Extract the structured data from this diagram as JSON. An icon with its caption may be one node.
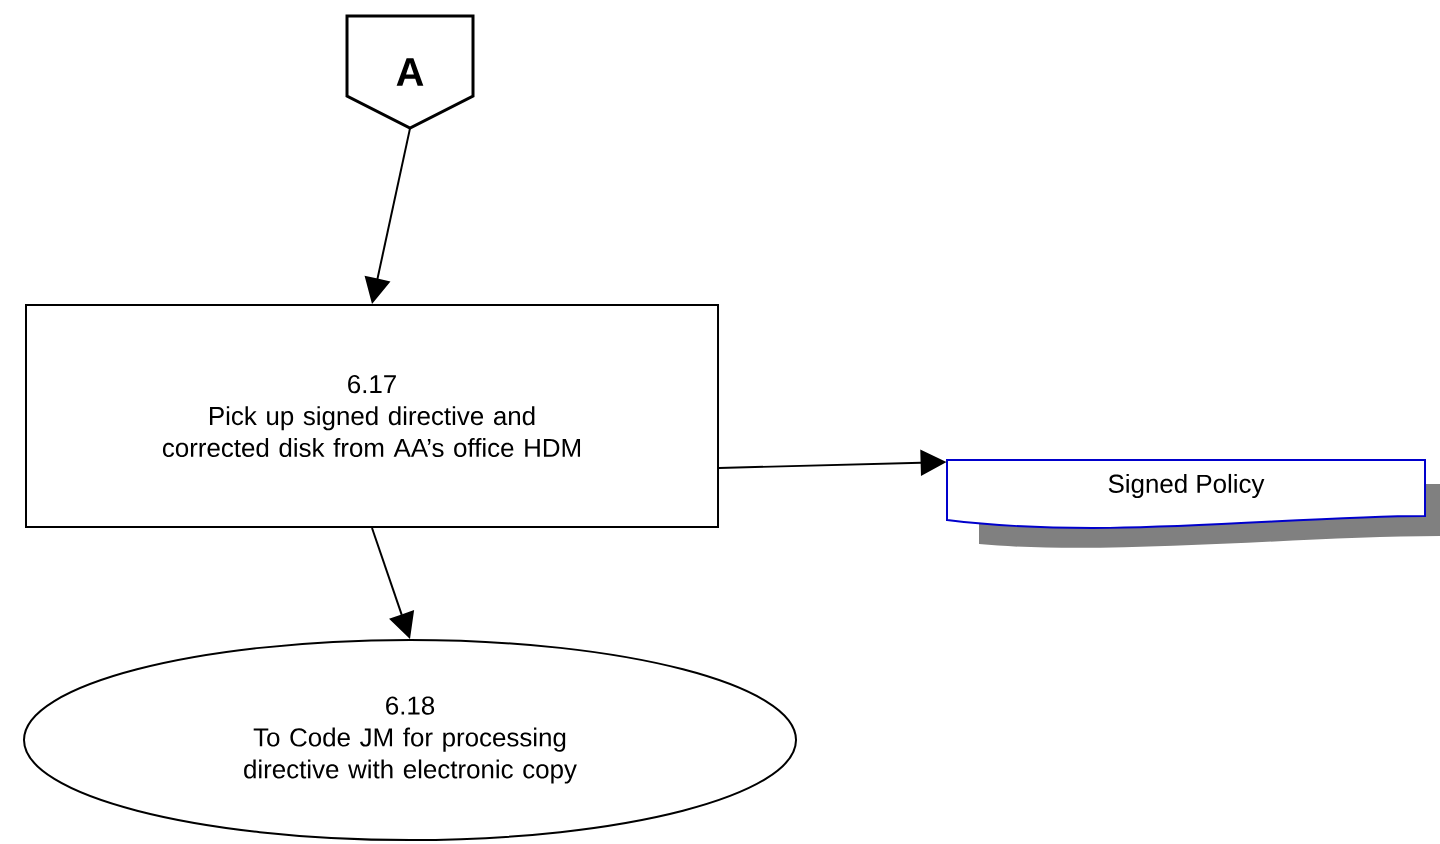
{
  "diagram": {
    "nodes": [
      {
        "text": [
          "A"
        ]
      },
      {
        "text": [
          "6.17",
          "Pick up signed directive and corrected disk from AA’s office HDM"
        ]
      },
      {
        "text": [
          "Signed Policy"
        ]
      },
      {
        "text": [
          "6.18",
          "To Code JM for processing directive with electronic copy"
        ]
      }
    ],
    "edges": [
      {
        "from": 0,
        "to": 1,
        "arrow": "to"
      },
      {
        "from": 1,
        "to": 2,
        "arrow": "to"
      },
      {
        "from": 1,
        "to": 3,
        "arrow": "to"
      }
    ]
  }
}
